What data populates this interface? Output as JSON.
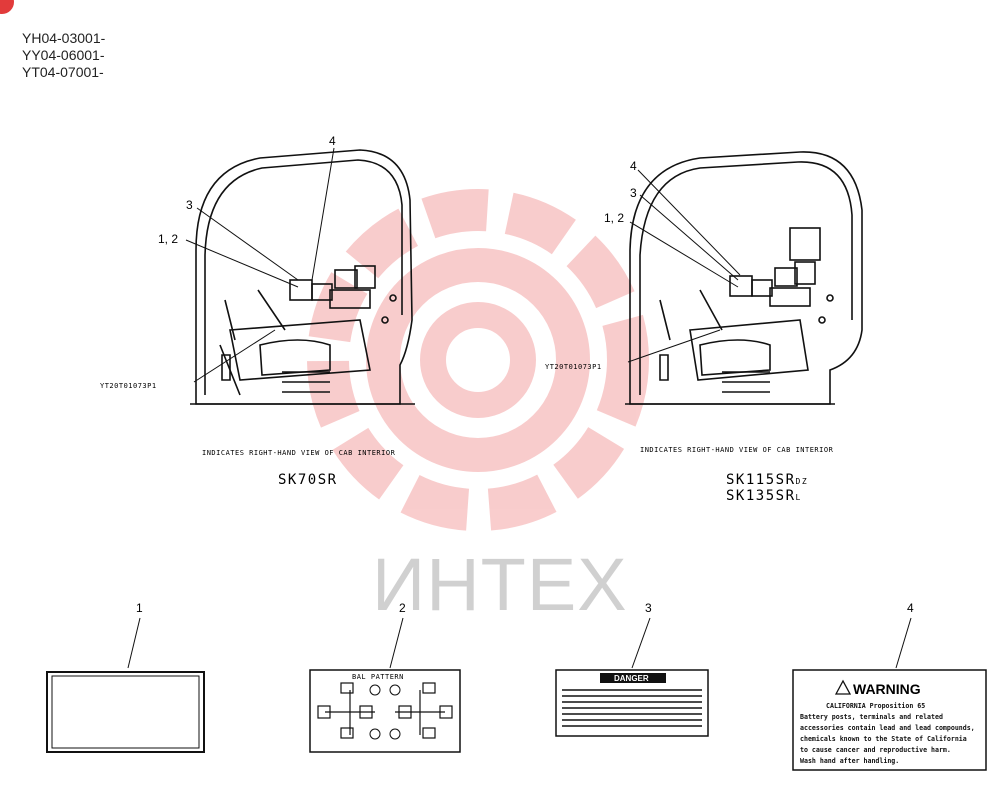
{
  "serials": [
    "YH04-03001-",
    "YY04-06001-",
    "YT04-07001-"
  ],
  "watermark": "ИНТЕХ",
  "left_view": {
    "callouts": {
      "c4": "4",
      "c3": "3",
      "c12": "1, 2"
    },
    "part_code": "YT20T01073P1",
    "caption": "INDICATES RIGHT-HAND VIEW OF CAB INTERIOR",
    "model": "SK70SR"
  },
  "right_view": {
    "callouts": {
      "c4": "4",
      "c3": "3",
      "c12": "1, 2"
    },
    "part_code": "YT20T01073P1",
    "caption": "INDICATES RIGHT-HAND VIEW OF CAB INTERIOR",
    "model_line1": "SK115SR",
    "model_line1_sub": "DZ",
    "model_line2": "SK135SR",
    "model_line2_sub": "L"
  },
  "labels": [
    {
      "number": "1"
    },
    {
      "number": "2",
      "title": "BAL PATTERN"
    },
    {
      "number": "3",
      "header": "DANGER"
    },
    {
      "number": "4",
      "header": "WARNING",
      "lines": [
        "CALIFORNIA Proposition 65",
        "Battery posts, terminals and related",
        "accessories contain lead and lead compounds,",
        "chemicals known to the State of California",
        "to cause cancer and reproductive harm.",
        "Wash hand after handling."
      ]
    }
  ],
  "colors": {
    "line": "#111111",
    "watermark": "#e84a4a",
    "corner": "#e23b3b"
  }
}
